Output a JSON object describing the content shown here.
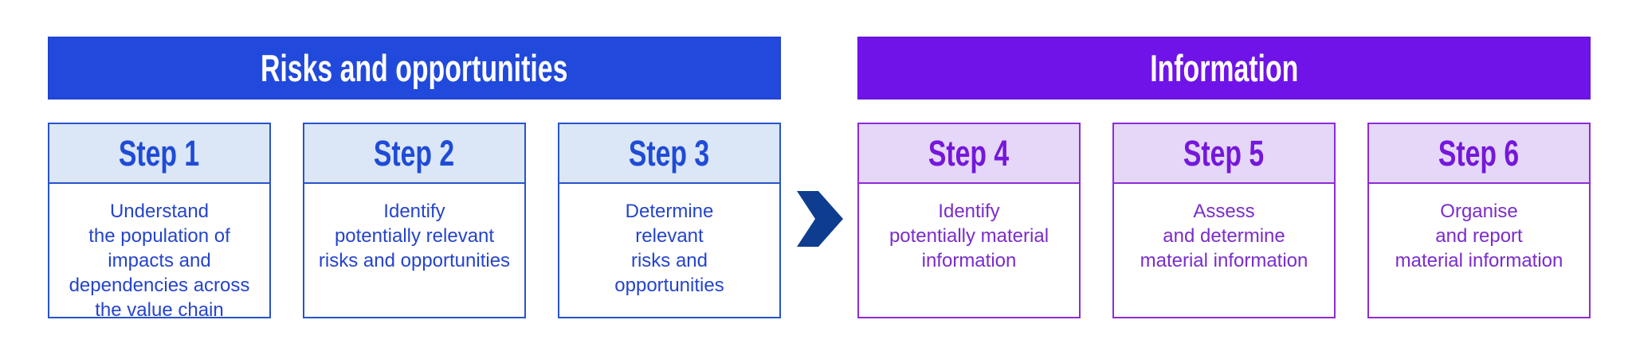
{
  "diagram": {
    "groups": [
      {
        "id": "risks-and-opportunities",
        "title": "Risks and opportunities",
        "colors": {
          "band_bg": "#2149DB",
          "band_text": "#FFFFFF",
          "box_border": "#2953CC",
          "step_header_bg": "#DBE6F7",
          "step_label_text": "#1F4BD6",
          "body_text": "#2544CB"
        },
        "steps": [
          {
            "label": "Step 1",
            "body": "Understand\nthe population of\nimpacts and\ndependencies across\nthe value chain"
          },
          {
            "label": "Step 2",
            "body": "Identify\npotentially relevant\nrisks and opportunities"
          },
          {
            "label": "Step 3",
            "body": "Determine\nrelevant\nrisks and\nopportunities"
          }
        ]
      },
      {
        "id": "information",
        "title": "Information",
        "colors": {
          "band_bg": "#7013E8",
          "band_text": "#FFFFFF",
          "box_border": "#8D2BD8",
          "step_header_bg": "#E5D7F8",
          "step_label_text": "#7517DA",
          "body_text": "#7B2CCB"
        },
        "steps": [
          {
            "label": "Step 4",
            "body": "Identify\npotentially material\ninformation"
          },
          {
            "label": "Step 5",
            "body": "Assess\nand determine\nmaterial information"
          },
          {
            "label": "Step 6",
            "body": "Organise\nand report\nmaterial information"
          }
        ]
      }
    ],
    "arrow": {
      "name": "chevron-right-arrow",
      "color": "#0E3D8F"
    }
  }
}
